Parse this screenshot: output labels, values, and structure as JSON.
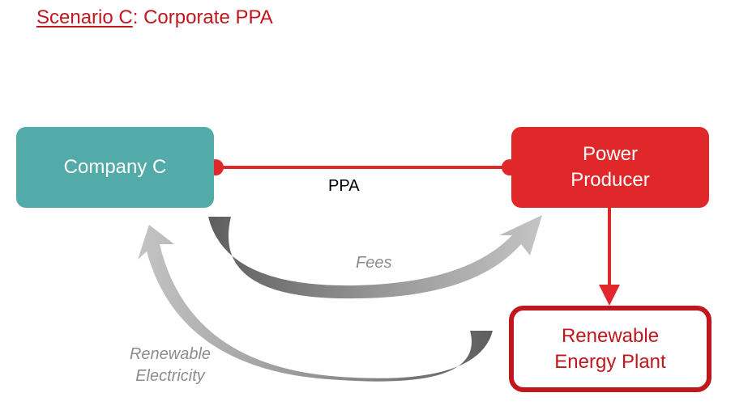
{
  "title": {
    "prefix": "Scenario C",
    "suffix": ": Corporate PPA"
  },
  "nodes": {
    "company": {
      "lines": [
        "Company C"
      ]
    },
    "producer": {
      "lines": [
        "Power",
        "Producer"
      ]
    },
    "plant": {
      "lines": [
        "Renewable",
        "Energy Plant"
      ]
    }
  },
  "connectors": {
    "ppa_label": "PPA",
    "fees_label": "Fees",
    "electricity_label": [
      "Renewable",
      "Electricity"
    ]
  },
  "colors": {
    "title": "#c0171e",
    "company_fill": "#53aba9",
    "producer_fill": "#e0272a",
    "plant_border": "#c0171e",
    "contract_line": "#e0272a",
    "flow_arrow": "#8c8c8c"
  }
}
